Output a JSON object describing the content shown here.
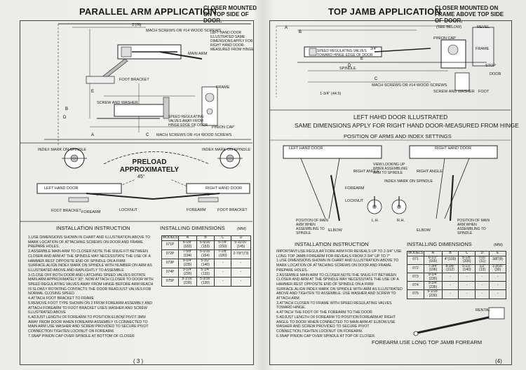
{
  "left": {
    "title": "PARALLEL ARM APPLICATION",
    "subtitle": "CLOSER MOUNTED ON TOP SIDE OF DOOR.",
    "note": "LEFT HAND DOOR ILLUSTRATED SAME DIMENSIONS APPLY FOR RIGHT HAND DOOR-MEASURED FROM HINGE",
    "labels": {
      "main_arm": "MAIN ARM",
      "foot_bracket": "FOOT BRACKET",
      "screw_washer": "SCREW AND WASHER",
      "frame": "FRAME",
      "pinion_cap": "PINION CAP",
      "valves": "SPEED REGULATING VALVES AWAY FROM HINGE EDGE OF DOOR",
      "wood_screws_top": "MACH SCREWS OR #14 WOOD SCREWS",
      "wood_screws_bot": "MACH SCREWS OR #14 WOOD SCREWS",
      "dim_a": "A",
      "dim_b": "B",
      "dim_c": "C",
      "dim_d": "D",
      "dim_e": "E",
      "dim_3_16": "3\"(76)"
    },
    "preload": "PRELOAD APPROXIMATELY",
    "angle": "45°",
    "mid_labels": {
      "index_mark": "INDEX MARK ON SPINDLE",
      "index_mark_r": "INDEX MARK ON SPINDLE",
      "left_door": "LEFT HAND DOOR",
      "right_door": "RIGHT HAND DOOR",
      "foot_bracket": "FOOT BRACKET",
      "forearm": "FOREARM",
      "locknut": "LOCKNUT",
      "forearm_r": "FOREARM",
      "foot_bracket_r": "FOOT BRACKET"
    },
    "instruction_title": "INSTALLATION INSTRUCTION",
    "instructions": [
      "1.USE DIMENSIONS SHOWN IN CHART AND ILLUSTRATION ABOVE TO MARK LOCATION OF ATTACHING SCREWS ON DOOR AND FRAME. PREPARE HOLES.",
      "2.ASSEMBLE MAIN ARM TO CLOSER.NOTE:THE SNUG FIT BETWEEN CLOSER AND ARM AT THE SPINDLE MAY NECESSITATE THE USE OF A HAMMER.REST OPPOSITE END OF SPINDLE ON A FIRM SURFACE.ALIGN INDEX MARK ON SPINDLE WITH NUMBER ON ARM AS ILLUSTRATED ABOVE AND RAPLIGHTLY TO ASSEMBLE",
      "3.CLOSE OFF BOTH DOOR AND LATCHING SPEED VALVES ROTATE MAIN ARM APPROXIMATELY 90°. NOW ATTACH CLOSER TO DOOR WITH SPEED REGULATING VALVES AWAY FROM HINGE BEFORE ARM REACH IS SLOWLY ROTATING CONTACTS THE DOOR READJUST VALVES FOR NORMAL CLOSING SPEED",
      "4.ATTACH FOOT BRACKET TO FRAME",
      "5.REMOVE FOOT TYPE SHOWN ON 2 FROM FOREARM ASSEMBLY AND ATTACH FOREARM TO FOOT BRACKET USES WASHER AND SCREW ILLUSTRATED ABOVE",
      "6.ADJUST LENGTH OF FOREARM TO POSITION ELBOW PIVOT 3MM AWAY FROM DOOR WHEN FOREARM ASSEMBLY IS CONNECTED TO MAIN ARM USE WASHER AND SCREW PROVIDED TO SECURE PIVOT CONNECTION TIGHTEN LOCKNUT ON FOREARM.",
      "7.SNAP PINION CAP OVER SPINDLE AT BOTTOM OF CLOSER"
    ],
    "dims_title": "INSTALLING DIMENSIONS",
    "dims_unit": "(mm)",
    "dims_headers": [
      "MODELS",
      "A",
      "B",
      "C",
      "D"
    ],
    "dims_rows": [
      [
        "071P",
        "8-1/8\"(183)",
        "6-5/16\"(153)",
        "5-7/8\"(150)",
        "5-11/16\"(145)"
      ],
      [
        "072P",
        "7-5/8\"(194)",
        "6-1/16\"(154)",
        "7-1/8\"(180)",
        "2-7/8\"(73)"
      ],
      [
        "073P",
        "9-1/4\"(235)",
        "5-1/2\"(140)",
        "-",
        "-"
      ],
      [
        "074P",
        "9-1/4\"(235)",
        "5-1/4\"(133)",
        "-",
        "-"
      ],
      [
        "075P",
        "9-1/16\"(230)",
        "5-3/16\"(130)",
        "-",
        "-"
      ]
    ],
    "page_number": "( 3 )"
  },
  "right": {
    "title": "TOP JAMB APPLICATION",
    "subtitle": "CLOSER MOUNTED ON FRAME ABOVE TOP SIDE OF DOOR.",
    "labels": {
      "see_below": "(SEE BELOW)",
      "revel": "REVEL",
      "pinion_cap": "PINION CAP",
      "frame": "FRAME",
      "stop": "STOP",
      "door": "DOOR",
      "foot": "FOOT",
      "screw_washer": "SCREW AND WASHER",
      "valves": "SPEED REGULATING VALVES TOWARD HINGE EDGE OF DOOR",
      "spindle": "SPINDLE",
      "mach_screws": "MACH SCREWS OR #14 WOOD SCREWS",
      "dim_1_3_4": "1-3/4\" (44.5)",
      "dim_3_4": "3/4\"",
      "dim_a": "A",
      "dim_b": "B",
      "dim_c": "C",
      "dim_d": "D",
      "dim_e": "E"
    },
    "illus_caption": "LEFT HAHD DOOR ILLUSTRATED",
    "same_dims": "SAME DIMENSIONS APPLY FOR RIGHT HAND DOOR-MEASURED FROM HINGE",
    "position_title": "POSITION OF ARMS AND INDEX SETTINGS",
    "mid_labels": {
      "left_door": "LEFT HAND DOOR",
      "right_door": "RIGHT HAND DOOR",
      "view_looking": "VIEW LOOKING UP WHEN ASSEMBLING ARM TO SPINDLE",
      "right_angle_l": "RIGHT ANGLE",
      "right_angle_r": "RIGHT ANGLE",
      "index_mark": "INDEX MARK ON SPINDLE",
      "forearm": "FOREARM",
      "locknut": "LOCKNUT",
      "position_main": "POSITION OF MAIN ARM WHEN ASSEMBLING TO SPINDLE",
      "position_main_r": "POSITION OF MAIN ARM WHEN ASSEMBLING TO SPINDLE",
      "elbow_l": "ELBOW",
      "elbow_r": "ELBOW",
      "lh": "L.H.",
      "rh": "R.H."
    },
    "instruction_title": "INSTALLATION INSTRUCTION",
    "instructions": [
      "IMPORTANT:USE REGULAR FORE ARM FOR REVEALS UP TO 2-3/4\" USE LONG TOP JAMB FOREARM FOR REVEALS FROM 2-3/4\" UP TO 7\"",
      "1.USE DIMENSIONS SHOWN IN CHART AND ILLUSTRATION ABOVE TO MARK LOCATION OF ATTACHING SCREWS ON DOOR AND FRAME. PREPARE HOLES.",
      "2.ASSEMBLE MAIN ARM TO CLOSER.NOTE:THE SNUG FIT BETWEEN CLOSER AND ARM AT THE SPINDLE MAY NECESSITATE THE USE OF A HAMMER.REST OPPOSITE END OF SPINDLE ON A FIRM SURFACE.ALIGN INDEX MARK ON SPINDLE WITH ARM AS ILLUSTRATED ABOVE AND TIGHTEN TO ASSEMBLE. USE WASHER AND SCREW TO ATTACH ARM.",
      "3.ATTACH CLOSER TO FRAME WITH SPEED REGULATING VALVES TOWARD HINGE.",
      "4.ATTACH THE FOOT OF THE FOREARM TO THE DOOR",
      "5.ADJUST LENGTH OF FOREARM TO POSITION FOREARM AT RIGHT ANGLE TO DOOR WHEN CONNECTED TO MAIN ARM AT ELBOW.USE WASHER AND SCREW PROVIDED TO SECURE PIVOT CONNECTION.TIGHTEN LOCKNUT ON FOREARM.",
      "6.SNAP PINION CAP OVER SPINDLE AT TOP OF CLOSER."
    ],
    "dims_title": "INSTALLING DIMENSIONS",
    "dims_unit": "(mm)",
    "dims_headers": [
      "MODELS",
      "A",
      "B",
      "C",
      "D",
      "E"
    ],
    "dims_rows": [
      [
        "071",
        "6-1/2\"(165)",
        "4\"(100)",
        "8-1/8\"(206)",
        "7/16\"(11)",
        "3/8\"(9)"
      ],
      [
        "072",
        "7-3/4\"(196)",
        "8-3/8\"(212)",
        "5-1/2\"(140)",
        "1/2\"(13)",
        "1-3/16\"(30)"
      ],
      [
        "073",
        "9-1/4\"(235)",
        "-",
        "-",
        "-",
        "-"
      ],
      [
        "074",
        "9-1/4\"(235)",
        "-",
        "-",
        "-",
        "-"
      ],
      [
        "075",
        "9-1/16\"(230)",
        "-",
        "-",
        "-",
        "-"
      ]
    ],
    "forearm_caption": "FOREARM.USE LONG TOP JAMB FOREARM",
    "rental": "RENTAL",
    "page_number": "(4)"
  }
}
